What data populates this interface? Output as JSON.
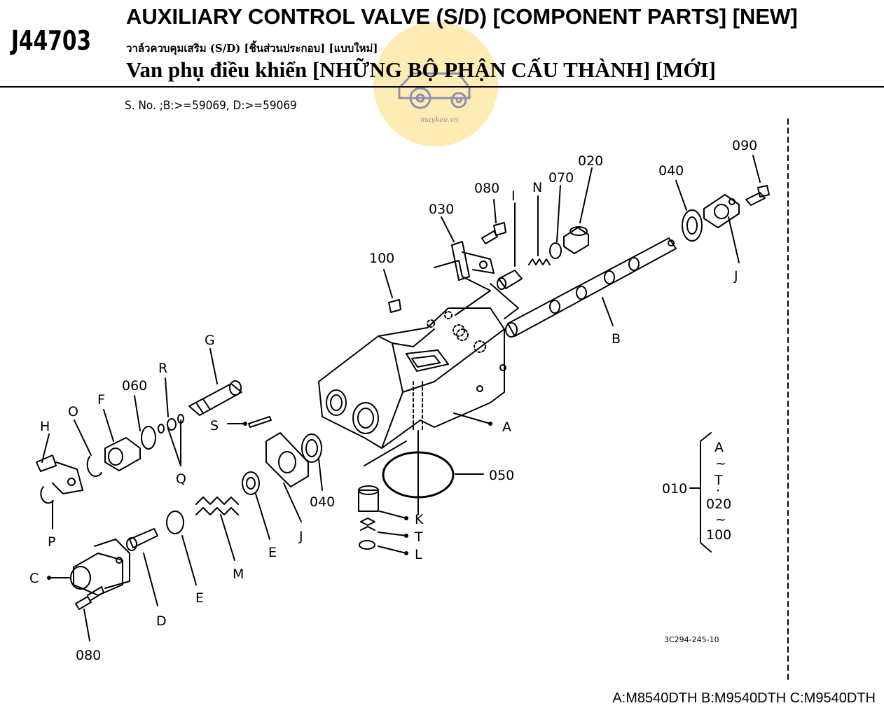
{
  "header": {
    "code": "J44703",
    "title_en": "AUXILIARY CONTROL VALVE (S/D) [COMPONENT PARTS] [NEW]",
    "title_th": "วาล์วควบคุมเสริม (S/D) [ชิ้นส่วนประกอบ] [แบบใหม่]",
    "title_vi": "Van phụ điều khiển [NHỮNG BỘ PHẬN CẤU THÀNH] [MỚI]",
    "serial": "S. No. ;B:>=59069, D:>=59069"
  },
  "watermark": {
    "text": "maykeo.vn",
    "color": "#fde9a6"
  },
  "callouts": {
    "p090": "090",
    "p040_top": "040",
    "p020": "020",
    "p070": "070",
    "pN": "N",
    "p080_top": "080",
    "pI": "I",
    "p030": "030",
    "p100": "100",
    "pJ_top": "J",
    "pB": "B",
    "pG": "G",
    "pR": "R",
    "p060": "060",
    "pF": "F",
    "pO": "O",
    "pH": "H",
    "pS": "S",
    "pQ": "Q",
    "pP": "P",
    "pA": "A",
    "p050": "050",
    "p040_bot": "040",
    "pJ_bot": "J",
    "pE_right": "E",
    "pM": "M",
    "pE_left": "E",
    "pC": "C",
    "pD": "D",
    "p080_bot": "080",
    "pK": "K",
    "pT": "T",
    "pL": "L"
  },
  "legend": {
    "range_label": "010",
    "a": "A",
    "tilde1": "~",
    "t": "T",
    "dot": "·",
    "n020": "020",
    "tilde2": "~",
    "n100": "100"
  },
  "figure_ref": "3C294-245-10",
  "models": "A:M8540DTH B:M9540DTH C:M9540DTH"
}
